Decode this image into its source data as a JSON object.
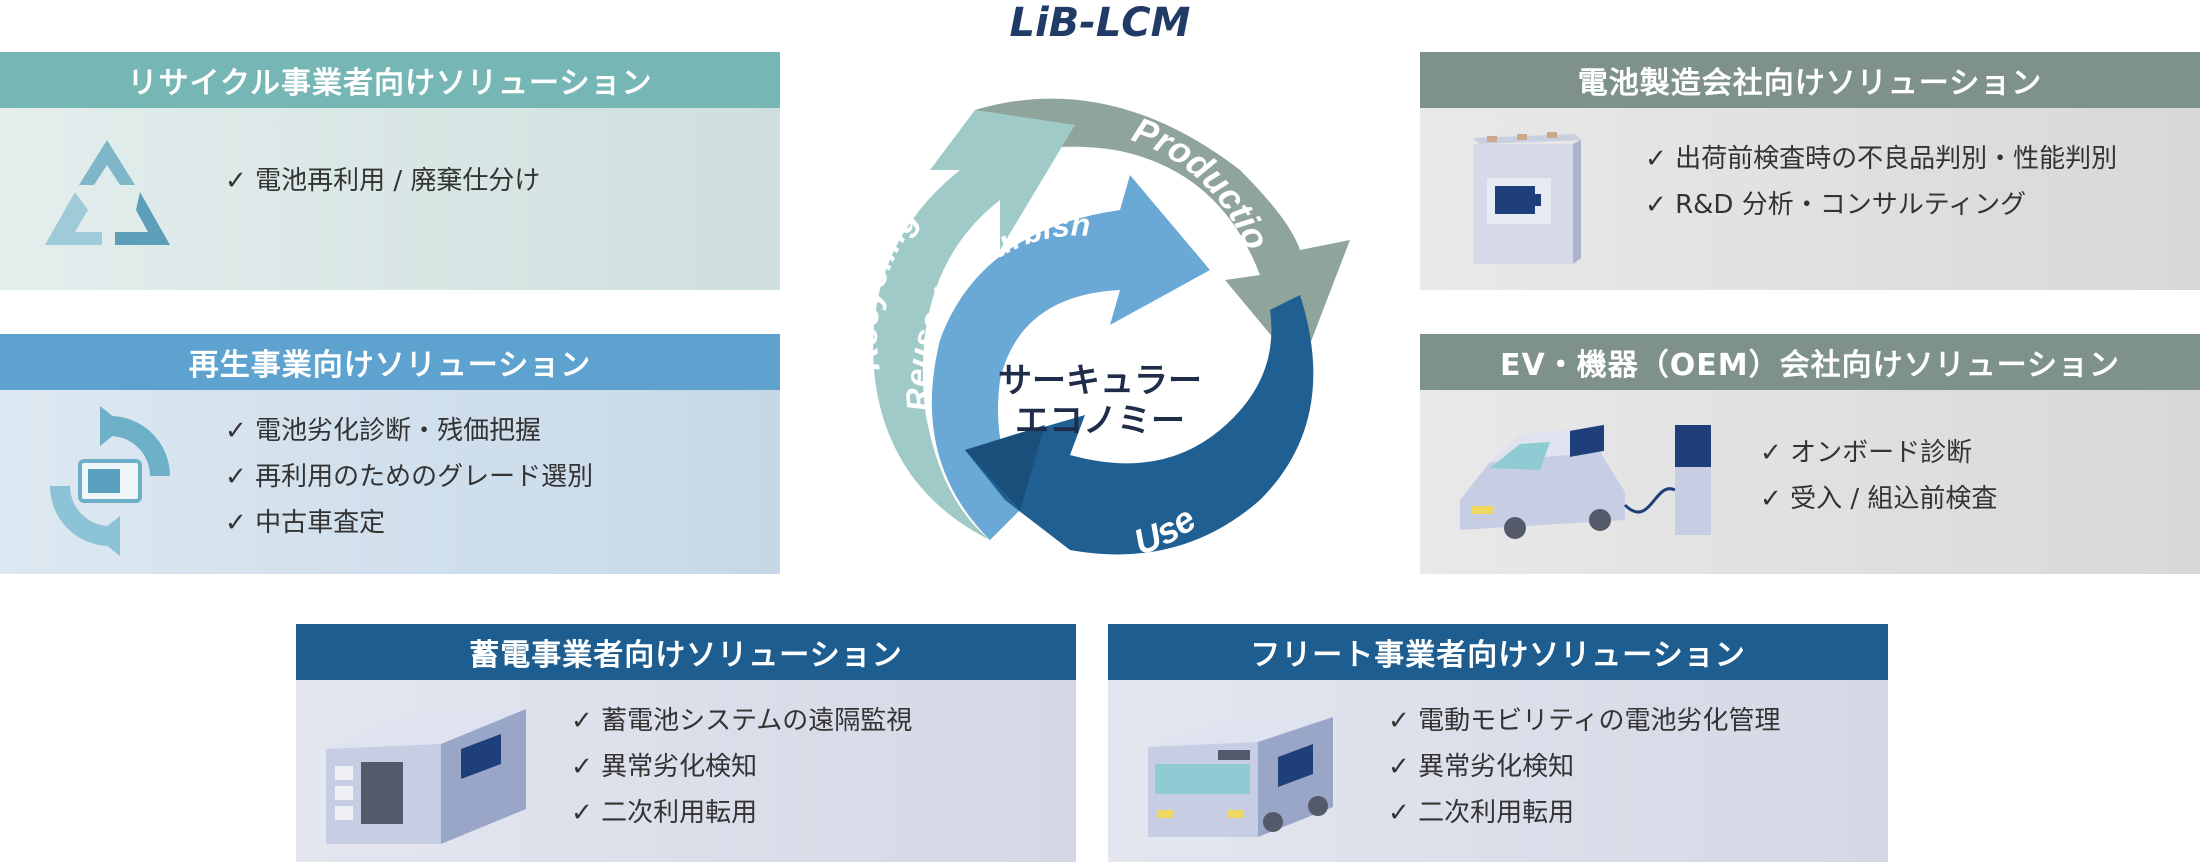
{
  "title": "LiB-LCM",
  "center": {
    "line1": "サーキュラー",
    "line2": "エコノミー"
  },
  "arrows": {
    "production": "Production",
    "recycling": "Recycling",
    "reuse": "Reuse / Refurbish",
    "use": "Use"
  },
  "panels": {
    "recycle": {
      "title": "リサイクル事業者向けソリューション",
      "icon": "recycle-icon",
      "color": "#76b6b4",
      "items": [
        "電池再利用 / 廃棄仕分け"
      ]
    },
    "regen": {
      "title": "再生事業向けソリューション",
      "icon": "battery-refresh-icon",
      "color": "#5ea2cf",
      "items": [
        "電池劣化診断・残価把握",
        "再利用のためのグレード選別",
        "中古車査定"
      ]
    },
    "battery_maker": {
      "title": "電池製造会社向けソリューション",
      "icon": "battery-pack-icon",
      "color": "#7e9289",
      "items": [
        "出荷前検査時の不良品判別・性能判別",
        "R&D 分析・コンサルティング"
      ]
    },
    "ev_oem": {
      "title": "EV・機器（OEM）会社向けソリューション",
      "icon": "ev-charging-icon",
      "color": "#7e9289",
      "items": [
        "オンボード診断",
        "受入 / 組込前検査"
      ]
    },
    "storage": {
      "title": "蓄電事業者向けソリューション",
      "icon": "storage-container-icon",
      "color": "#1d5d8f",
      "items": [
        "蓄電池システムの遠隔監視",
        "異常劣化検知",
        "二次利用転用"
      ]
    },
    "fleet": {
      "title": "フリート事業者向けソリューション",
      "icon": "bus-icon",
      "color": "#1d5d8f",
      "items": [
        "電動モビリティの電池劣化管理",
        "異常劣化検知",
        "二次利用転用"
      ]
    }
  }
}
